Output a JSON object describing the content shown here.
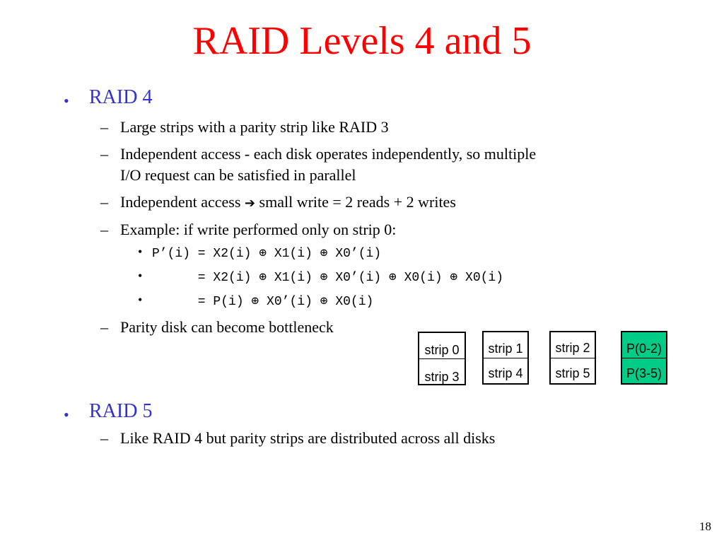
{
  "slide": {
    "title": "RAID Levels 4 and 5",
    "page_number": "18"
  },
  "raid4": {
    "heading": "RAID 4",
    "items": [
      "Large strips with a parity strip like RAID 3",
      "Independent access - each disk operates independently, so multiple",
      "I/O request can be satisfied in parallel",
      "Independent access",
      "small write = 2 reads + 2 writes",
      "Example: if write performed only on strip 0:",
      "Parity disk can become bottleneck"
    ],
    "arrow_glyph": "➔",
    "formulas": [
      "P’(i) = X2(i) ⊕ X1(i) ⊕ X0’(i)",
      "      = X2(i) ⊕ X1(i) ⊕ X0’(i) ⊕ X0(i) ⊕ X0(i)",
      "      = P(i) ⊕ X0’(i) ⊕ X0(i)"
    ]
  },
  "disks": [
    {
      "top": "strip 0",
      "bottom": "strip 3",
      "parity": false
    },
    {
      "top": "strip 1",
      "bottom": "strip 4",
      "parity": false
    },
    {
      "top": "strip 2",
      "bottom": "strip 5",
      "parity": false
    },
    {
      "top": "P(0-2)",
      "bottom": "P(3-5)",
      "parity": true
    }
  ],
  "raid5": {
    "heading": "RAID 5",
    "items": [
      "Like RAID 4 but parity strips are distributed across all disks"
    ]
  },
  "colors": {
    "title": "#ff0000",
    "heading": "#3333cc",
    "parity_fill": "#00cc88"
  }
}
